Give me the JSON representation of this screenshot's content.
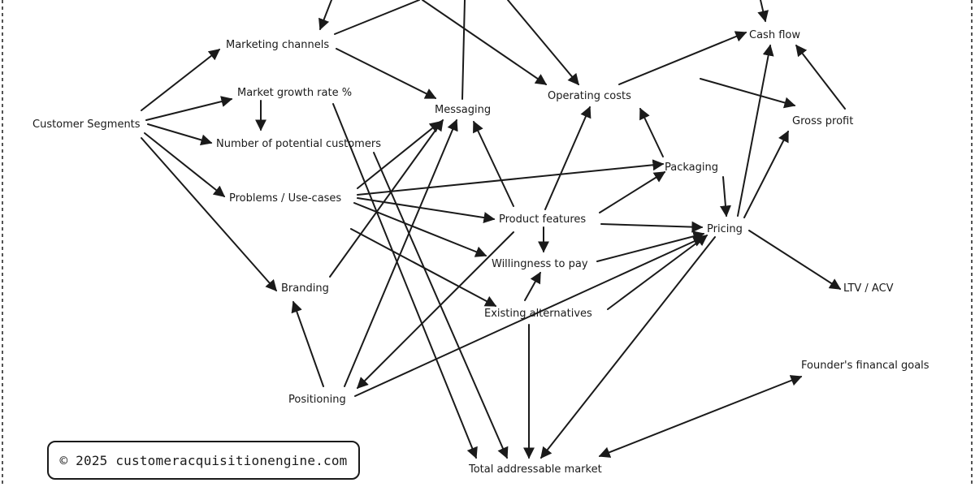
{
  "nodes": {
    "marketing_channels": "Marketing channels",
    "market_growth_rate": "Market growth rate %",
    "customer_segments": "Customer Segments",
    "number_potential_customers": "Number of potential customers",
    "problems_use_cases": "Problems / Use-cases",
    "branding": "Branding",
    "positioning": "Positioning",
    "messaging": "Messaging",
    "operating_costs": "Operating costs",
    "cash_flow": "Cash flow",
    "gross_profit": "Gross profit",
    "packaging": "Packaging",
    "product_features": "Product features",
    "pricing": "Pricing",
    "willingness_to_pay": "Willingness to pay",
    "existing_alternatives": "Existing alternatives",
    "ltv_acv": "LTV / ACV",
    "founders_goals": "Founder's financal goals",
    "tam": "Total addressable market"
  },
  "copyright": "© 2025 customeracquisitionengine.com"
}
